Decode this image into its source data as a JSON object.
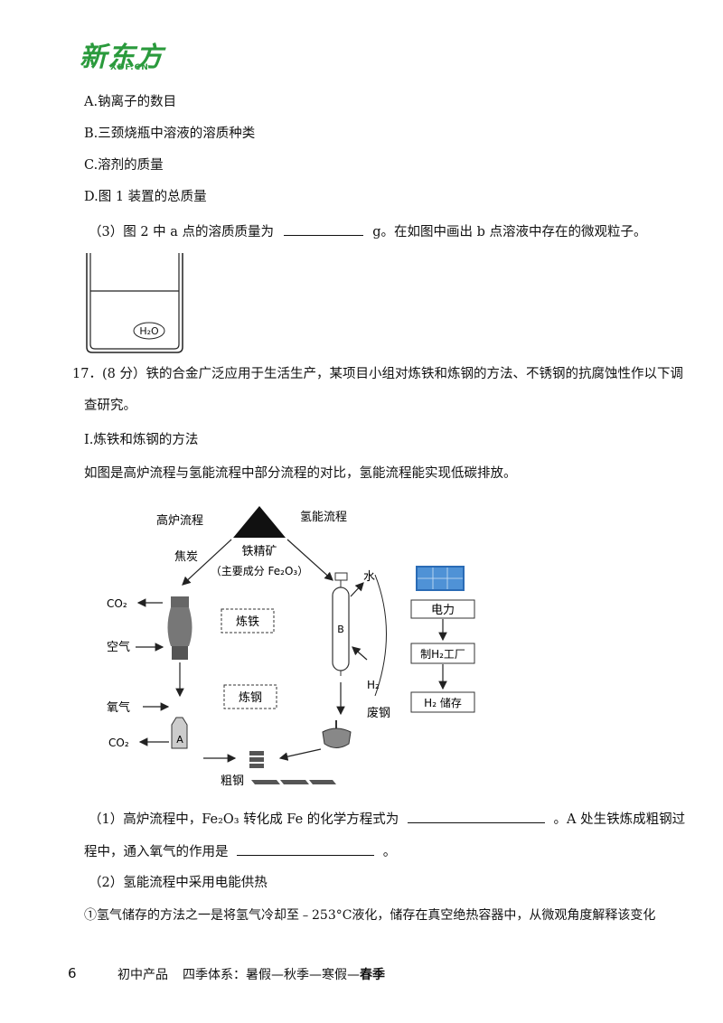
{
  "logo": {
    "main": "新东方",
    "sub": "XDF.CN"
  },
  "options": [
    "A.钠离子的数目",
    "B.三颈烧瓶中溶液的溶质种类",
    "C.溶剂的质量",
    "D.图 1 装置的总质量"
  ],
  "q3": {
    "part1": "（3）图 2 中 a 点的溶质质量为",
    "part2": "g。在如图中画出 b 点溶液中存在的微观粒子。"
  },
  "beaker_label": "H₂O",
  "q17": {
    "line1": "17．(8 分）铁的合金广泛应用于生活生产，某项目小组对炼铁和炼钢的方法、不锈钢的抗腐蚀性作以下调",
    "line2": "查研究。",
    "section": "I.炼铁和炼钢的方法",
    "intro": "如图是高炉流程与氢能流程中部分流程的对比，氢能流程能实现低碳排放。"
  },
  "diagram": {
    "blast_furnace": "高炉流程",
    "hydrogen_flow": "氢能流程",
    "coke": "焦炭",
    "ore_line1": "铁精矿",
    "ore_line2": "（主要成分 Fe₂O₃）",
    "co2_top": "CO₂",
    "air": "空气",
    "oxygen": "氧气",
    "co2_bottom": "CO₂",
    "label_a": "A",
    "label_b": "B",
    "ironmaking": "炼铁",
    "steelmaking": "炼钢",
    "crude_steel": "粗钢",
    "water": "水",
    "h2": "H₂",
    "scrap_steel": "废钢",
    "power": "电力",
    "h2_plant": "制H₂工厂",
    "h2_storage": "H₂ 储存"
  },
  "q1": {
    "part1": "（1）高炉流程中，Fe₂O₃ 转化成 Fe 的化学方程式为",
    "part2": "。A 处生铁炼成粗钢过",
    "part3": "程中，通入氧气的作用是",
    "part4": "。"
  },
  "q2": {
    "title": "（2）氢能流程中采用电能供热",
    "item1": "①氢气储存的方法之一是将氢气冷却至﹣253°C液化，储存在真空绝热容器中，从微观角度解释该变化"
  },
  "footer": {
    "page": "6",
    "product": "初中产品",
    "system": "四季体系：暑假—秋季—寒假—",
    "season": "春季"
  }
}
